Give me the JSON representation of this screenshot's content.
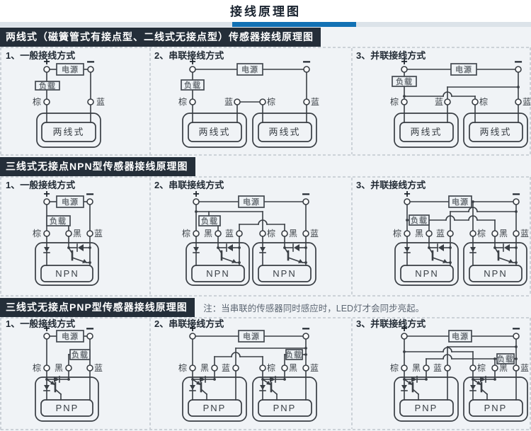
{
  "page_title": "接线原理图",
  "accent": {
    "bar_blue": "#1271b4",
    "band_gray": "#dce3e9",
    "header_bg": "#242e39"
  },
  "labels": {
    "plus": "+",
    "minus": "−",
    "power": "电源",
    "load": "负载",
    "brown": "棕",
    "black": "黑",
    "blue": "蓝"
  },
  "sections": [
    {
      "header": "两线式（磁簧管式有接点型、二线式无接点型）传感器接线原理图",
      "sensor": "两线式",
      "methods": [
        "1、一般接线方式",
        "2、串联接线方式",
        "3、并联接线方式"
      ]
    },
    {
      "header": "三线式无接点NPN型传感器接线原理图",
      "sensor": "NPN",
      "methods": [
        "1、一般接线方式",
        "2、串联接线方式",
        "3、并联接线方式"
      ]
    },
    {
      "header": "三线式无接点PNP型传感器接线原理图",
      "sensor": "PNP",
      "note": "注：当串联的传感器同时感应时，LED灯才会同步亮起。",
      "methods": [
        "1、一般接线方式",
        "2、串联接线方式",
        "3、并联接线方式"
      ]
    }
  ]
}
